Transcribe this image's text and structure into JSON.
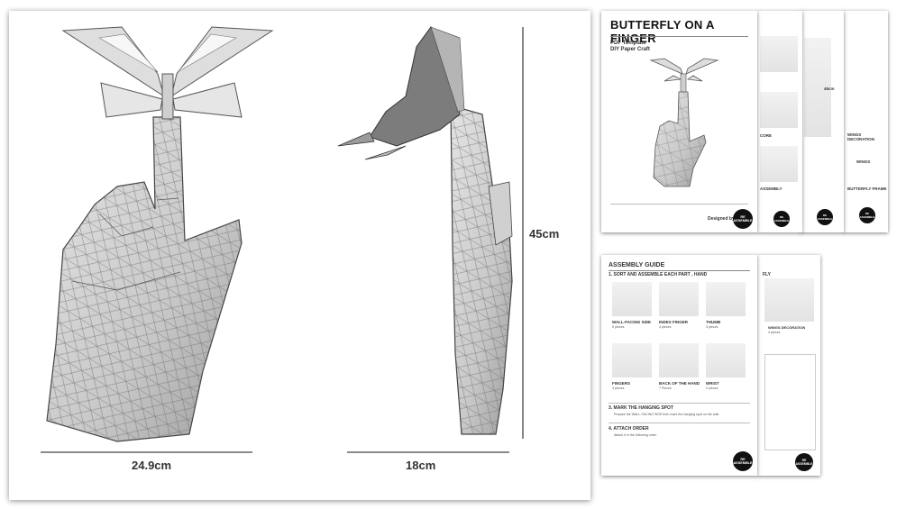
{
  "dimensions": {
    "width": "24.9cm",
    "depth": "18cm",
    "height": "45cm"
  },
  "cover": {
    "title": "BUTTERFLY ON A FINGER",
    "sub1": "PDF Template",
    "sub2": "DIY Paper Craft",
    "designed_by": "Designed by",
    "logo": "RE ASSEMBLE"
  },
  "behind_pages": {
    "p2_notes": [
      "CORE",
      "ASSEMBLY"
    ],
    "p3_dim": "45cm",
    "p4_labels": [
      "WINGS DECORATION",
      "WINGS",
      "BUTTERFLY FRAME"
    ]
  },
  "guide": {
    "title": "ASSEMBLY GUIDE",
    "step1": "1. SORT AND ASSEMBLE EACH PART , HAND",
    "parts": [
      {
        "name": "WALL-FACING SIDE",
        "detail": "5 pieces"
      },
      {
        "name": "INDEX FINGER",
        "detail": "3 pieces"
      },
      {
        "name": "THUMB",
        "detail": "3 pieces"
      },
      {
        "name": "FINGERS",
        "detail": "3 pieces"
      },
      {
        "name": "BACK OF THE HAND",
        "detail": "7 Pieces"
      },
      {
        "name": "WRIST",
        "detail": "2 pieces"
      }
    ],
    "step3": "3. MARK THE HANGING SPOT",
    "step3_text": "Prepare the WALL-FACING SIDE then mark the hanging spot on the wall.",
    "step4": "4. ATTACH ORDER",
    "step4_text": "Attach it in the following order",
    "behind_title": "FLY",
    "behind_label": "WINGS DECORATION",
    "behind_detail": "4 pieces"
  }
}
